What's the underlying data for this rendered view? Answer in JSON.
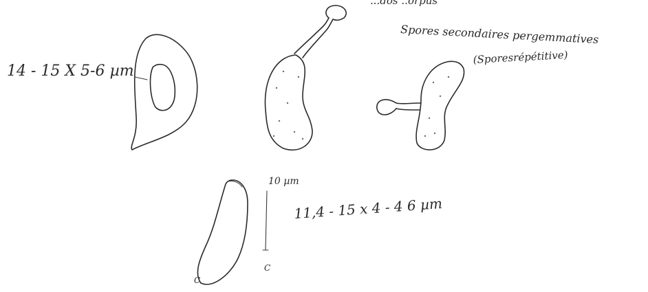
{
  "annotations": {
    "top_partial": "...dos ..orpus",
    "secondary_spores": "Spores secondaires pergemmatives",
    "repetitive_spores": "(Sporesrépétitive)",
    "measure_large": "14 - 15 X 5-6 µm",
    "scale_bar": "10 µm",
    "measure_small": "11,4 - 15 x 4 - 4 6 µm",
    "scale_c": "C",
    "spore_c": "C"
  },
  "colors": {
    "ink": "#2a2a2a",
    "paper": "#ffffff"
  }
}
